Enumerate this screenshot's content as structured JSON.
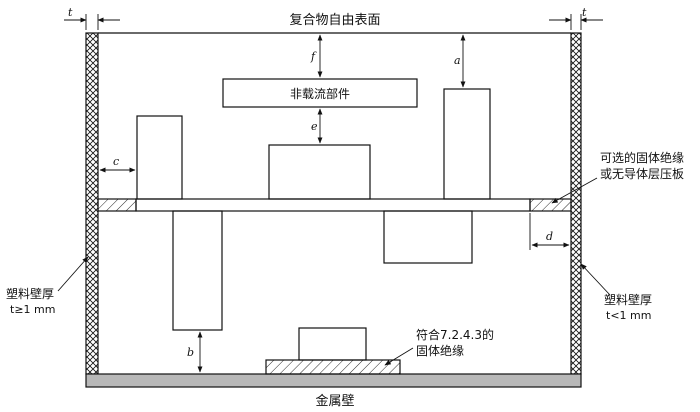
{
  "labels": {
    "top": "复合物自由表面",
    "bottom": "金属壁",
    "non_current_line1": "非载流部件",
    "left_wall_line1": "塑料壁厚",
    "left_wall_line2": "t≥1 mm",
    "right_wall_line1": "塑料壁厚",
    "right_wall_line2": "t<1 mm",
    "option_line1": "可选的固体绝缘",
    "option_line2": "或无导体层压板",
    "conform_line1": "符合7.2.4.3的",
    "conform_line2": "固体绝缘"
  },
  "dims": {
    "t_left": "t",
    "t_right": "t",
    "f": "f",
    "a": "a",
    "e": "e",
    "c": "c",
    "d": "d",
    "b": "b"
  }
}
